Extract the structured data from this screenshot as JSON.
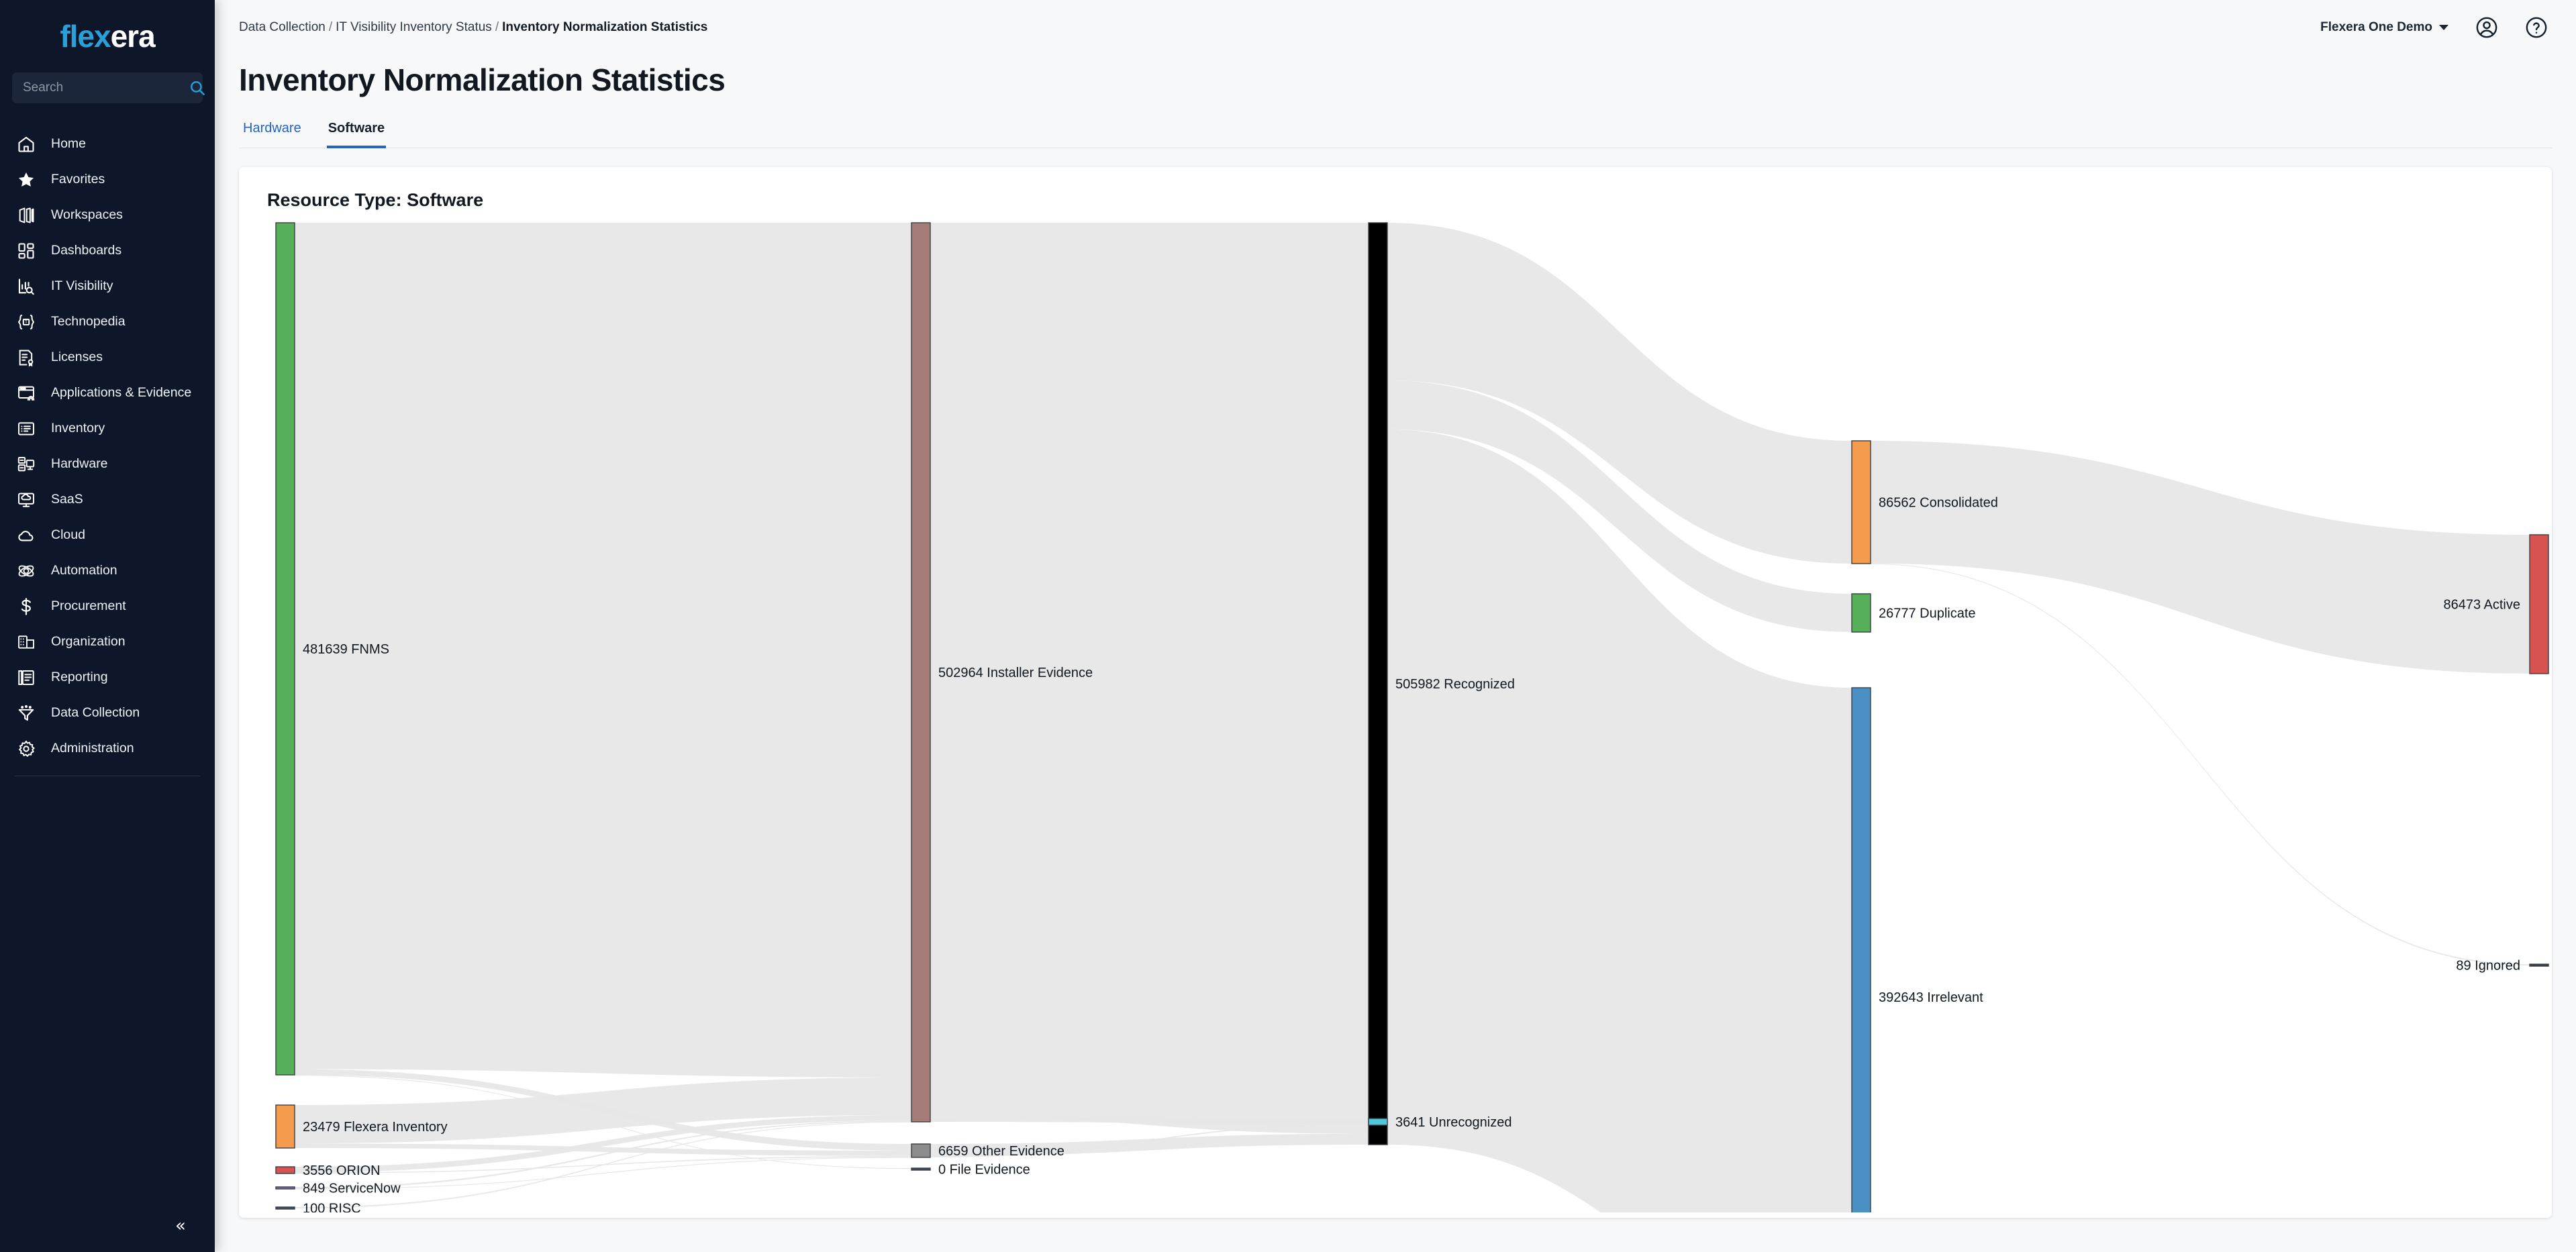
{
  "brand": {
    "logo_lx": "flex",
    "logo_era": "era"
  },
  "sidebar": {
    "search": {
      "placeholder": "Search",
      "value": "",
      "icon": "search-icon"
    },
    "items": [
      {
        "label": "Home",
        "icon": "home-icon"
      },
      {
        "label": "Favorites",
        "icon": "star-icon"
      },
      {
        "label": "Workspaces",
        "icon": "layers-icon"
      },
      {
        "label": "Dashboards",
        "icon": "grid-icon"
      },
      {
        "label": "IT Visibility",
        "icon": "chart-search-icon"
      },
      {
        "label": "Technopedia",
        "icon": "technopedia-icon"
      },
      {
        "label": "Licenses",
        "icon": "license-doc-icon"
      },
      {
        "label": "Applications & Evidence",
        "icon": "app-evidence-icon"
      },
      {
        "label": "Inventory",
        "icon": "inventory-icon"
      },
      {
        "label": "Hardware",
        "icon": "hardware-icon"
      },
      {
        "label": "SaaS",
        "icon": "saas-cloud-monitor-icon"
      },
      {
        "label": "Cloud",
        "icon": "cloud-icon"
      },
      {
        "label": "Automation",
        "icon": "automation-atom-icon"
      },
      {
        "label": "Procurement",
        "icon": "dollar-icon"
      },
      {
        "label": "Organization",
        "icon": "building-icon"
      },
      {
        "label": "Reporting",
        "icon": "report-icon"
      },
      {
        "label": "Data Collection",
        "icon": "funnel-icon"
      },
      {
        "label": "Administration",
        "icon": "gear-icon"
      }
    ],
    "collapse": {
      "label": "«",
      "icon": "chevron-double-left-icon"
    }
  },
  "header": {
    "breadcrumb": [
      "Data Collection",
      "IT Visibility Inventory Status",
      "Inventory Normalization Statistics"
    ],
    "tenant": "Flexera One Demo",
    "account_icon": "user-circle-icon",
    "help_icon": "help-circle-icon"
  },
  "page": {
    "title": "Inventory Normalization Statistics",
    "tabs": [
      {
        "label": "Hardware",
        "active": false
      },
      {
        "label": "Software",
        "active": true
      }
    ],
    "card_title": "Resource Type: Software"
  },
  "chart_data": {
    "type": "sankey",
    "title": "Resource Type: Software",
    "link_color": "#e6e6e6",
    "nodes": [
      {
        "id": "fnms",
        "label": "FNMS",
        "value": 481639,
        "column": 0,
        "color": "#56b05a",
        "label_side": "right"
      },
      {
        "id": "flexinv",
        "label": "Flexera Inventory",
        "value": 23479,
        "column": 0,
        "color": "#f59b4d",
        "label_side": "right"
      },
      {
        "id": "orion",
        "label": "ORION",
        "value": 3556,
        "column": 0,
        "color": "#d6534f",
        "label_side": "right"
      },
      {
        "id": "servicenow",
        "label": "ServiceNow",
        "value": 849,
        "column": 0,
        "color": "#7b6ba3",
        "label_side": "right"
      },
      {
        "id": "risc",
        "label": "RISC",
        "value": 100,
        "column": 0,
        "color": "#3f4a5a",
        "label_side": "right"
      },
      {
        "id": "installer",
        "label": "Installer Evidence",
        "value": 502964,
        "column": 1,
        "color": "#a57c78",
        "label_side": "right"
      },
      {
        "id": "other_ev",
        "label": "Other Evidence",
        "value": 6659,
        "column": 1,
        "color": "#8c8c8c",
        "label_side": "right"
      },
      {
        "id": "file_ev",
        "label": "File Evidence",
        "value": 0,
        "column": 1,
        "color": "#3f4a5a",
        "label_side": "right"
      },
      {
        "id": "recognized",
        "label": "Recognized",
        "value": 505982,
        "column": 2,
        "color": "#c5c council",
        "label_side": "right"
      },
      {
        "id": "unrecog",
        "label": "Unrecognized",
        "value": 3641,
        "column": 2,
        "color": "#4ec8da",
        "label_side": "right"
      },
      {
        "id": "consol",
        "label": "Consolidated",
        "value": 86562,
        "column": 3,
        "color": "#f59b4d",
        "label_side": "right"
      },
      {
        "id": "dup",
        "label": "Duplicate",
        "value": 26777,
        "column": 3,
        "color": "#56b05a",
        "label_side": "right"
      },
      {
        "id": "irrel",
        "label": "Irrelevant",
        "value": 392643,
        "column": 3,
        "color": "#4a90c4",
        "label_side": "right"
      },
      {
        "id": "active",
        "label": "Active",
        "value": 86473,
        "column": 4,
        "color": "#d6534f",
        "label_side": "left"
      },
      {
        "id": "ignored",
        "label": "Ignored",
        "value": 89,
        "column": 4,
        "color": "#3f4a5a",
        "label_side": "left"
      }
    ],
    "links": [
      {
        "source": "fnms",
        "target": "installer",
        "value": 478000
      },
      {
        "source": "fnms",
        "target": "other_ev",
        "value": 3200
      },
      {
        "source": "fnms",
        "target": "file_ev",
        "value": 0
      },
      {
        "source": "flexinv",
        "target": "installer",
        "value": 21000
      },
      {
        "source": "flexinv",
        "target": "other_ev",
        "value": 2479
      },
      {
        "source": "orion",
        "target": "installer",
        "value": 3000
      },
      {
        "source": "orion",
        "target": "other_ev",
        "value": 556
      },
      {
        "source": "servicenow",
        "target": "installer",
        "value": 700
      },
      {
        "source": "servicenow",
        "target": "other_ev",
        "value": 149
      },
      {
        "source": "risc",
        "target": "installer",
        "value": 100
      },
      {
        "source": "installer",
        "target": "recognized",
        "value": 500000
      },
      {
        "source": "installer",
        "target": "unrecog",
        "value": 2964
      },
      {
        "source": "other_ev",
        "target": "recognized",
        "value": 5982
      },
      {
        "source": "other_ev",
        "target": "unrecog",
        "value": 677
      },
      {
        "source": "recognized",
        "target": "consol",
        "value": 86562
      },
      {
        "source": "recognized",
        "target": "dup",
        "value": 26777
      },
      {
        "source": "recognized",
        "target": "irrel",
        "value": 392643
      },
      {
        "source": "consol",
        "target": "active",
        "value": 86473
      },
      {
        "source": "consol",
        "target": "ignored",
        "value": 89
      }
    ],
    "node_labels": [
      "481639 FNMS",
      "23479 Flexera Inventory",
      "3556 ORION",
      "849 ServiceNow",
      "100 RISC",
      "502964 Installer Evidence",
      "6659 Other Evidence",
      "0 File Evidence",
      "505982 Recognized",
      "3641 Unrecognized",
      "86562 Consolidated",
      "26777 Duplicate",
      "392643 Irrelevant",
      "86473 Active",
      "89 Ignored"
    ]
  }
}
